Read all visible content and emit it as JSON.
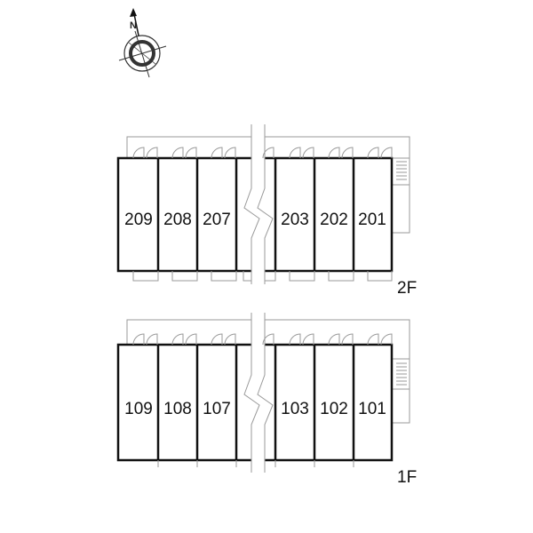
{
  "compass": {
    "north_label": "N",
    "icon": "compass-rose-icon"
  },
  "floors": [
    {
      "id": "2f",
      "label": "2F",
      "units_left": [
        "209",
        "208",
        "207"
      ],
      "units_right": [
        "203",
        "202",
        "201"
      ]
    },
    {
      "id": "1f",
      "label": "1F",
      "units_left": [
        "109",
        "108",
        "107"
      ],
      "units_right": [
        "103",
        "102",
        "101"
      ]
    }
  ],
  "colors": {
    "wall": "#111111",
    "outline": "#9a9a9a",
    "background": "#ffffff"
  }
}
